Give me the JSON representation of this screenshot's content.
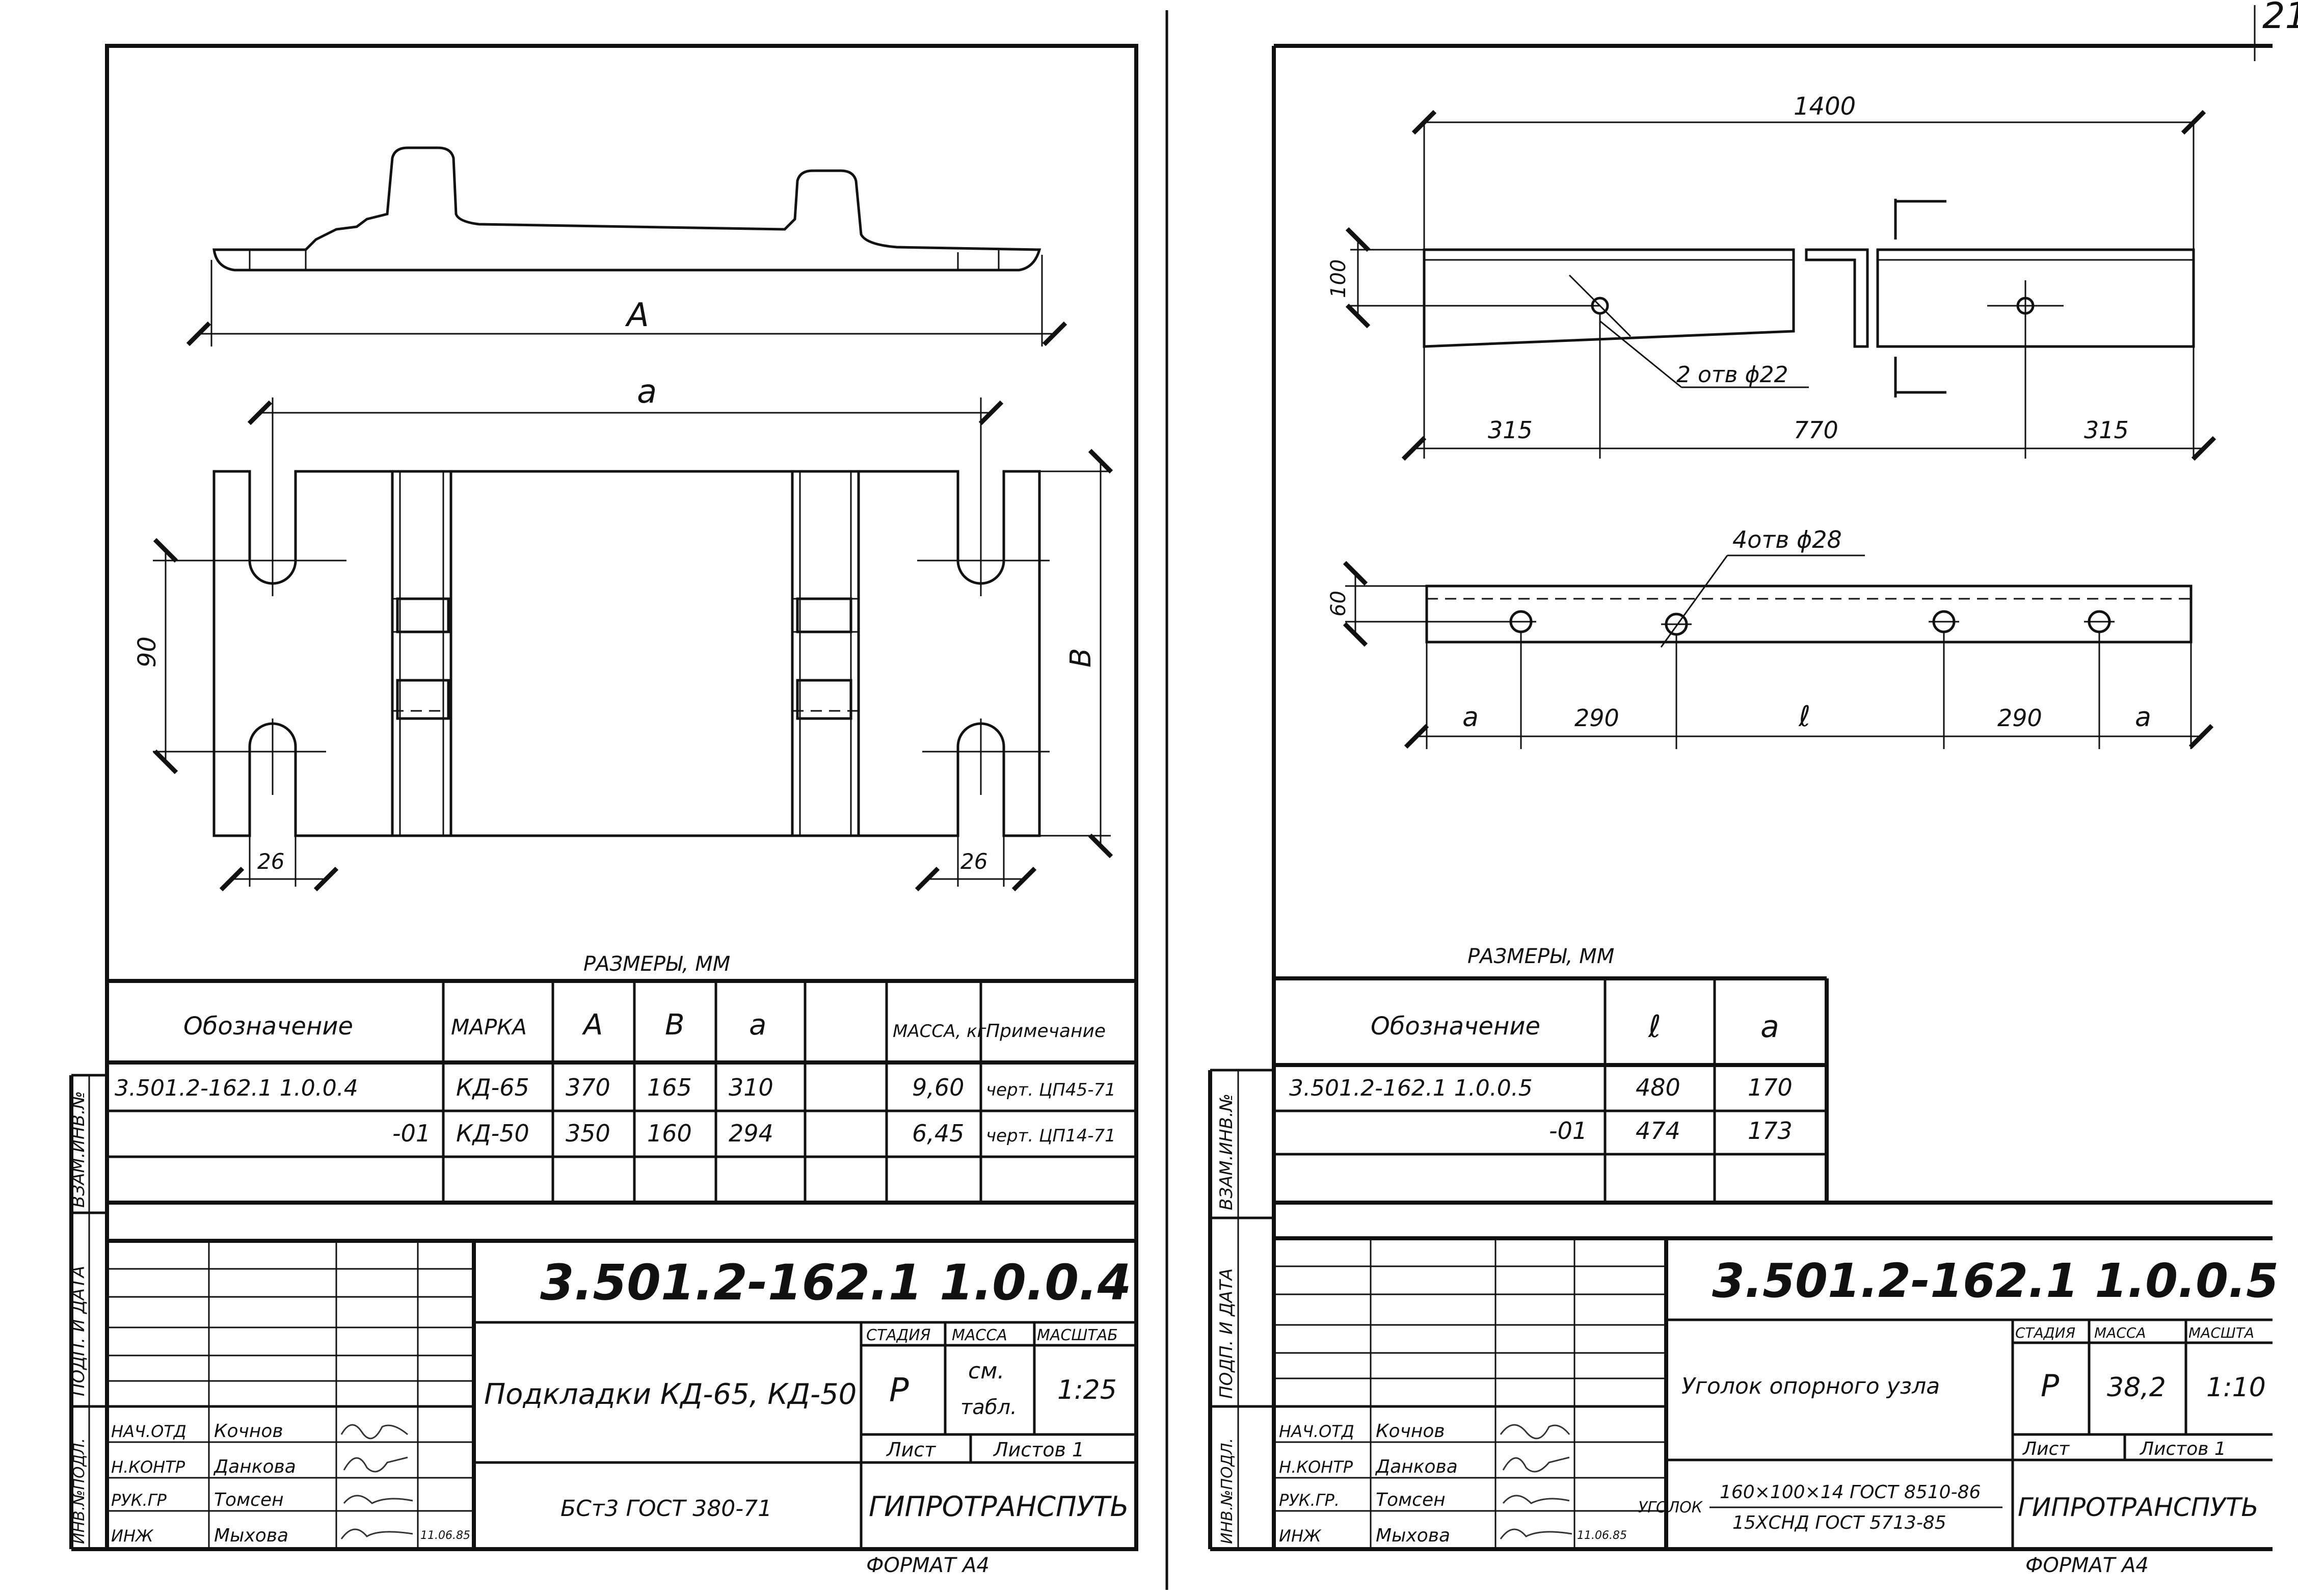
{
  "page_number": "21",
  "left_sheet": {
    "dims": {
      "A": "A",
      "a": "a",
      "B": "B",
      "d90": "90",
      "d26_left": "26",
      "d26_right": "26"
    },
    "units_caption": "РАЗМЕРЫ, ММ",
    "table": {
      "headers": {
        "designation": "Обозначение",
        "mark": "МАРКА",
        "A": "A",
        "B": "B",
        "a": "a",
        "mass": "МАССА, кг",
        "note": "Примечание"
      },
      "rows": [
        {
          "designation": "3.501.2-162.1  1.0.0.4",
          "mark": "КД-65",
          "A": "370",
          "B": "165",
          "a": "310",
          "mass": "9,60",
          "note": "черт. ЦП45-71"
        },
        {
          "designation": "-01",
          "mark": "КД-50",
          "A": "350",
          "B": "160",
          "a": "294",
          "mass": "6,45",
          "note": "черт. ЦП14-71"
        }
      ]
    },
    "side_labels": {
      "s1": "ВЗАМ.ИНВ.№",
      "s2": "ПОДП. И ДАТА",
      "s3": "ИНВ.№ПОДЛ."
    },
    "stamp": {
      "doc_code": "3.501.2-162.1  1.0.0.4",
      "title": "Подкладки КД-65, КД-50",
      "material": "БСт3   ГОСТ 380-71",
      "stage_label": "СТАДИЯ",
      "mass_label": "МАССА",
      "scale_label": "МАСШТАБ",
      "stage": "Р",
      "mass_1": "см.",
      "mass_2": "табл.",
      "scale": "1:25",
      "sheet_label": "Лист",
      "sheets_label": "Листов 1",
      "org": "ГИПРОТРАНСПУТЬ",
      "format": "ФОРМАТ А4",
      "people": [
        {
          "role": "НАЧ.ОТД",
          "name": "Кочнов",
          "date": ""
        },
        {
          "role": "Н.КОНТР",
          "name": "Данкова",
          "date": ""
        },
        {
          "role": "РУК.ГР",
          "name": "Томсен",
          "date": ""
        },
        {
          "role": "ИНЖ",
          "name": "Мыхова",
          "date": "11.06.85"
        }
      ]
    }
  },
  "right_sheet": {
    "dims": {
      "len1400": "1400",
      "h100": "100",
      "d315a": "315",
      "d770": "770",
      "d315b": "315",
      "holes1": "2 отв ϕ22",
      "holes2": "4отв ϕ28",
      "h60": "60",
      "a1": "a",
      "d290a": "290",
      "l": "ℓ",
      "d290b": "290",
      "a2": "a"
    },
    "units_caption": "РАЗМЕРЫ, ММ",
    "table": {
      "headers": {
        "designation": "Обозначение",
        "l": "ℓ",
        "a": "a"
      },
      "rows": [
        {
          "designation": "3.501.2-162.1  1.0.0.5",
          "l": "480",
          "a": "170"
        },
        {
          "designation": "-01",
          "l": "474",
          "a": "173"
        }
      ]
    },
    "side_labels": {
      "s1": "ВЗАМ.ИНВ.№",
      "s2": "ПОДП. И ДАТА",
      "s3": "ИНВ.№ПОДЛ."
    },
    "stamp": {
      "doc_code": "3.501.2-162.1  1.0.0.5",
      "title": "Уголок опорного узла",
      "material_prefix": "УГОЛОК",
      "material_top": "160×100×14 ГОСТ 8510-86",
      "material_bottom": "15ХСНД  ГОСТ 5713-85",
      "stage_label": "СТАДИЯ",
      "mass_label": "МАССА",
      "scale_label": "МАСШТА",
      "stage": "Р",
      "mass": "38,2",
      "scale": "1:10",
      "sheet_label": "Лист",
      "sheets_label": "Листов 1",
      "org": "ГИПРОТРАНСПУТЬ",
      "format": "ФОРМАТ А4",
      "people": [
        {
          "role": "НАЧ.ОТД",
          "name": "Кочнов",
          "date": ""
        },
        {
          "role": "Н.КОНТР",
          "name": "Данкова",
          "date": ""
        },
        {
          "role": "РУК.ГР.",
          "name": "Томсен",
          "date": ""
        },
        {
          "role": "ИНЖ",
          "name": "Мыхова",
          "date": "11.06.85"
        }
      ]
    }
  }
}
